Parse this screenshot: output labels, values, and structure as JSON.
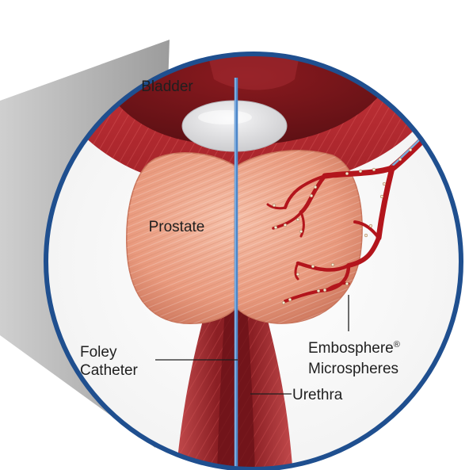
{
  "labels": {
    "bladder": "Bladder",
    "prostate": "Prostate",
    "foley_line1": "Foley",
    "foley_line2": "Catheter",
    "embo_line1": "Embosphere",
    "embo_mark": "®",
    "embo_line2": "Microspheres",
    "urethra": "Urethra"
  },
  "colors": {
    "ring": "#1f4f8f",
    "catheter": "#5f97d4",
    "bladder": "#b52a31",
    "bladder_dark": "#8e1e24",
    "prostate": "#eca489",
    "artery": "#b3151c",
    "urethra": "#b7363a",
    "balloon": "#e1e1e3"
  },
  "icons": [
    "magnifier-circle",
    "bladder",
    "prostate-gland",
    "foley-catheter",
    "artery-branches",
    "microsphere-beads",
    "urethra"
  ]
}
